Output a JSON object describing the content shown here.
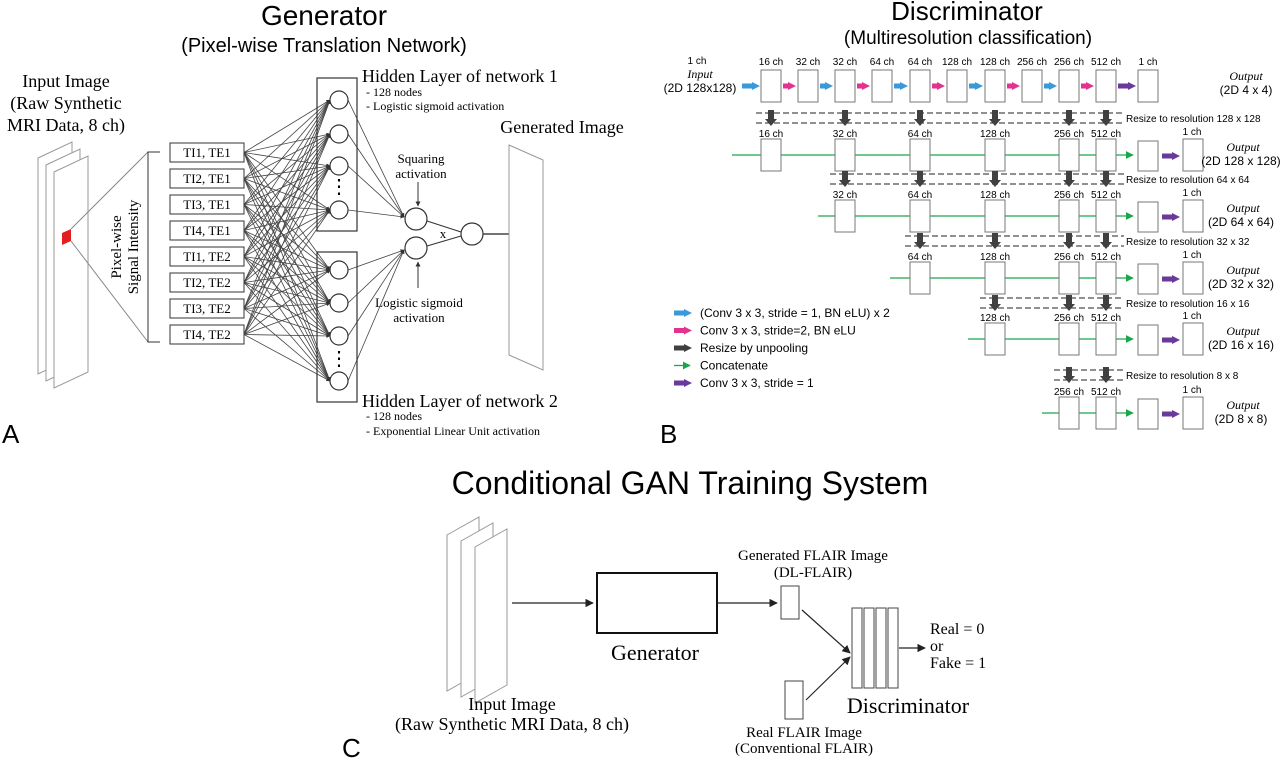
{
  "panelA": {
    "letter": "A",
    "title": "Generator",
    "subtitle": "(Pixel-wise Translation Network)",
    "input_label": [
      "Input Image",
      "(Raw Synthetic",
      "MRI Data, 8 ch)"
    ],
    "signal_label": [
      "Pixel-wise",
      "Signal Intensity"
    ],
    "inputs": [
      "TI1, TE1",
      "TI2, TE1",
      "TI3, TE1",
      "TI4, TE1",
      "TI1, TE2",
      "TI2, TE2",
      "TI3, TE2",
      "TI4, TE2"
    ],
    "hidden1_title": "Hidden Layer of network 1",
    "hidden1_notes": [
      "-  128 nodes",
      "-  Logistic sigmoid activation"
    ],
    "hidden2_title": "Hidden Layer of network 2",
    "hidden2_notes": [
      "-      128 nodes",
      "-      Exponential Linear Unit activation"
    ],
    "squaring_label": [
      "Squaring",
      "activation"
    ],
    "sigmoid_label": [
      "Logistic sigmoid",
      "activation"
    ],
    "multiply": "x",
    "dots": "⋮",
    "output_label": "Generated Image",
    "colors": {
      "pixel": "#e02020"
    }
  },
  "panelB": {
    "letter": "B",
    "title": "Discriminator",
    "subtitle": "(Multiresolution classification)",
    "top_row": {
      "input_ch": "1 ch",
      "input_title": "Input",
      "input_dims": "(2D 128x128)",
      "channels": [
        "16 ch",
        "32 ch",
        "32 ch",
        "64 ch",
        "64 ch",
        "128 ch",
        "128 ch",
        "256 ch",
        "256 ch",
        "512 ch",
        "1 ch"
      ],
      "output_title": "Output",
      "output_dims": "(2D 4 x 4)"
    },
    "levels": [
      {
        "resize": "Resize to resolution 128 x 128",
        "channels": [
          "16 ch",
          "32 ch",
          "64 ch",
          "128 ch",
          "256 ch",
          "512 ch"
        ],
        "out_ch": "1 ch",
        "output_title": "Output",
        "output_dims": "(2D 128 x 128)"
      },
      {
        "resize": "Resize to resolution 64 x 64",
        "channels": [
          "32 ch",
          "64 ch",
          "128 ch",
          "256 ch",
          "512 ch"
        ],
        "out_ch": "1 ch",
        "output_title": "Output",
        "output_dims": "(2D 64 x 64)"
      },
      {
        "resize": "Resize to resolution 32 x 32",
        "channels": [
          "64 ch",
          "128 ch",
          "256 ch",
          "512 ch"
        ],
        "out_ch": "1 ch",
        "output_title": "Output",
        "output_dims": "(2D 32 x 32)"
      },
      {
        "resize": "Resize to resolution 16 x 16",
        "channels": [
          "128 ch",
          "256 ch",
          "512 ch"
        ],
        "out_ch": "1 ch",
        "output_title": "Output",
        "output_dims": "(2D 16 x 16)"
      },
      {
        "resize": "Resize to resolution 8 x 8",
        "channels": [
          "256 ch",
          "512 ch"
        ],
        "out_ch": "1 ch",
        "output_title": "Output",
        "output_dims": "(2D 8 x 8)"
      }
    ],
    "legend": [
      {
        "kind": "arrow",
        "color": "#3a9ad9",
        "label": "(Conv 3 x 3, stride = 1, BN eLU) x 2"
      },
      {
        "kind": "arrow",
        "color": "#e0348e",
        "label": "Conv 3 x 3, stride=2, BN eLU"
      },
      {
        "kind": "arrow",
        "color": "#404040",
        "label": "Resize by unpooling"
      },
      {
        "kind": "line",
        "color": "#1aa64a",
        "label": "Concatenate"
      },
      {
        "kind": "arrow",
        "color": "#6a3a9a",
        "label": "Conv 3 x 3, stride = 1"
      }
    ],
    "colors": {
      "blue": "#3a9ad9",
      "pink": "#e0348e",
      "dark": "#404040",
      "green": "#1aa64a",
      "purple": "#6a3a9a"
    }
  },
  "panelC": {
    "letter": "C",
    "title": "Conditional GAN Training System",
    "input_label": [
      "Input Image",
      "(Raw Synthetic MRI Data, 8 ch)"
    ],
    "generator": "Generator",
    "generated_label": [
      "Generated FLAIR Image",
      "(DL-FLAIR)"
    ],
    "real_label": [
      "Real FLAIR Image",
      "(Conventional FLAIR)"
    ],
    "discriminator": "Discriminator",
    "outcome": [
      "Real = 0",
      "or",
      "Fake = 1"
    ]
  }
}
